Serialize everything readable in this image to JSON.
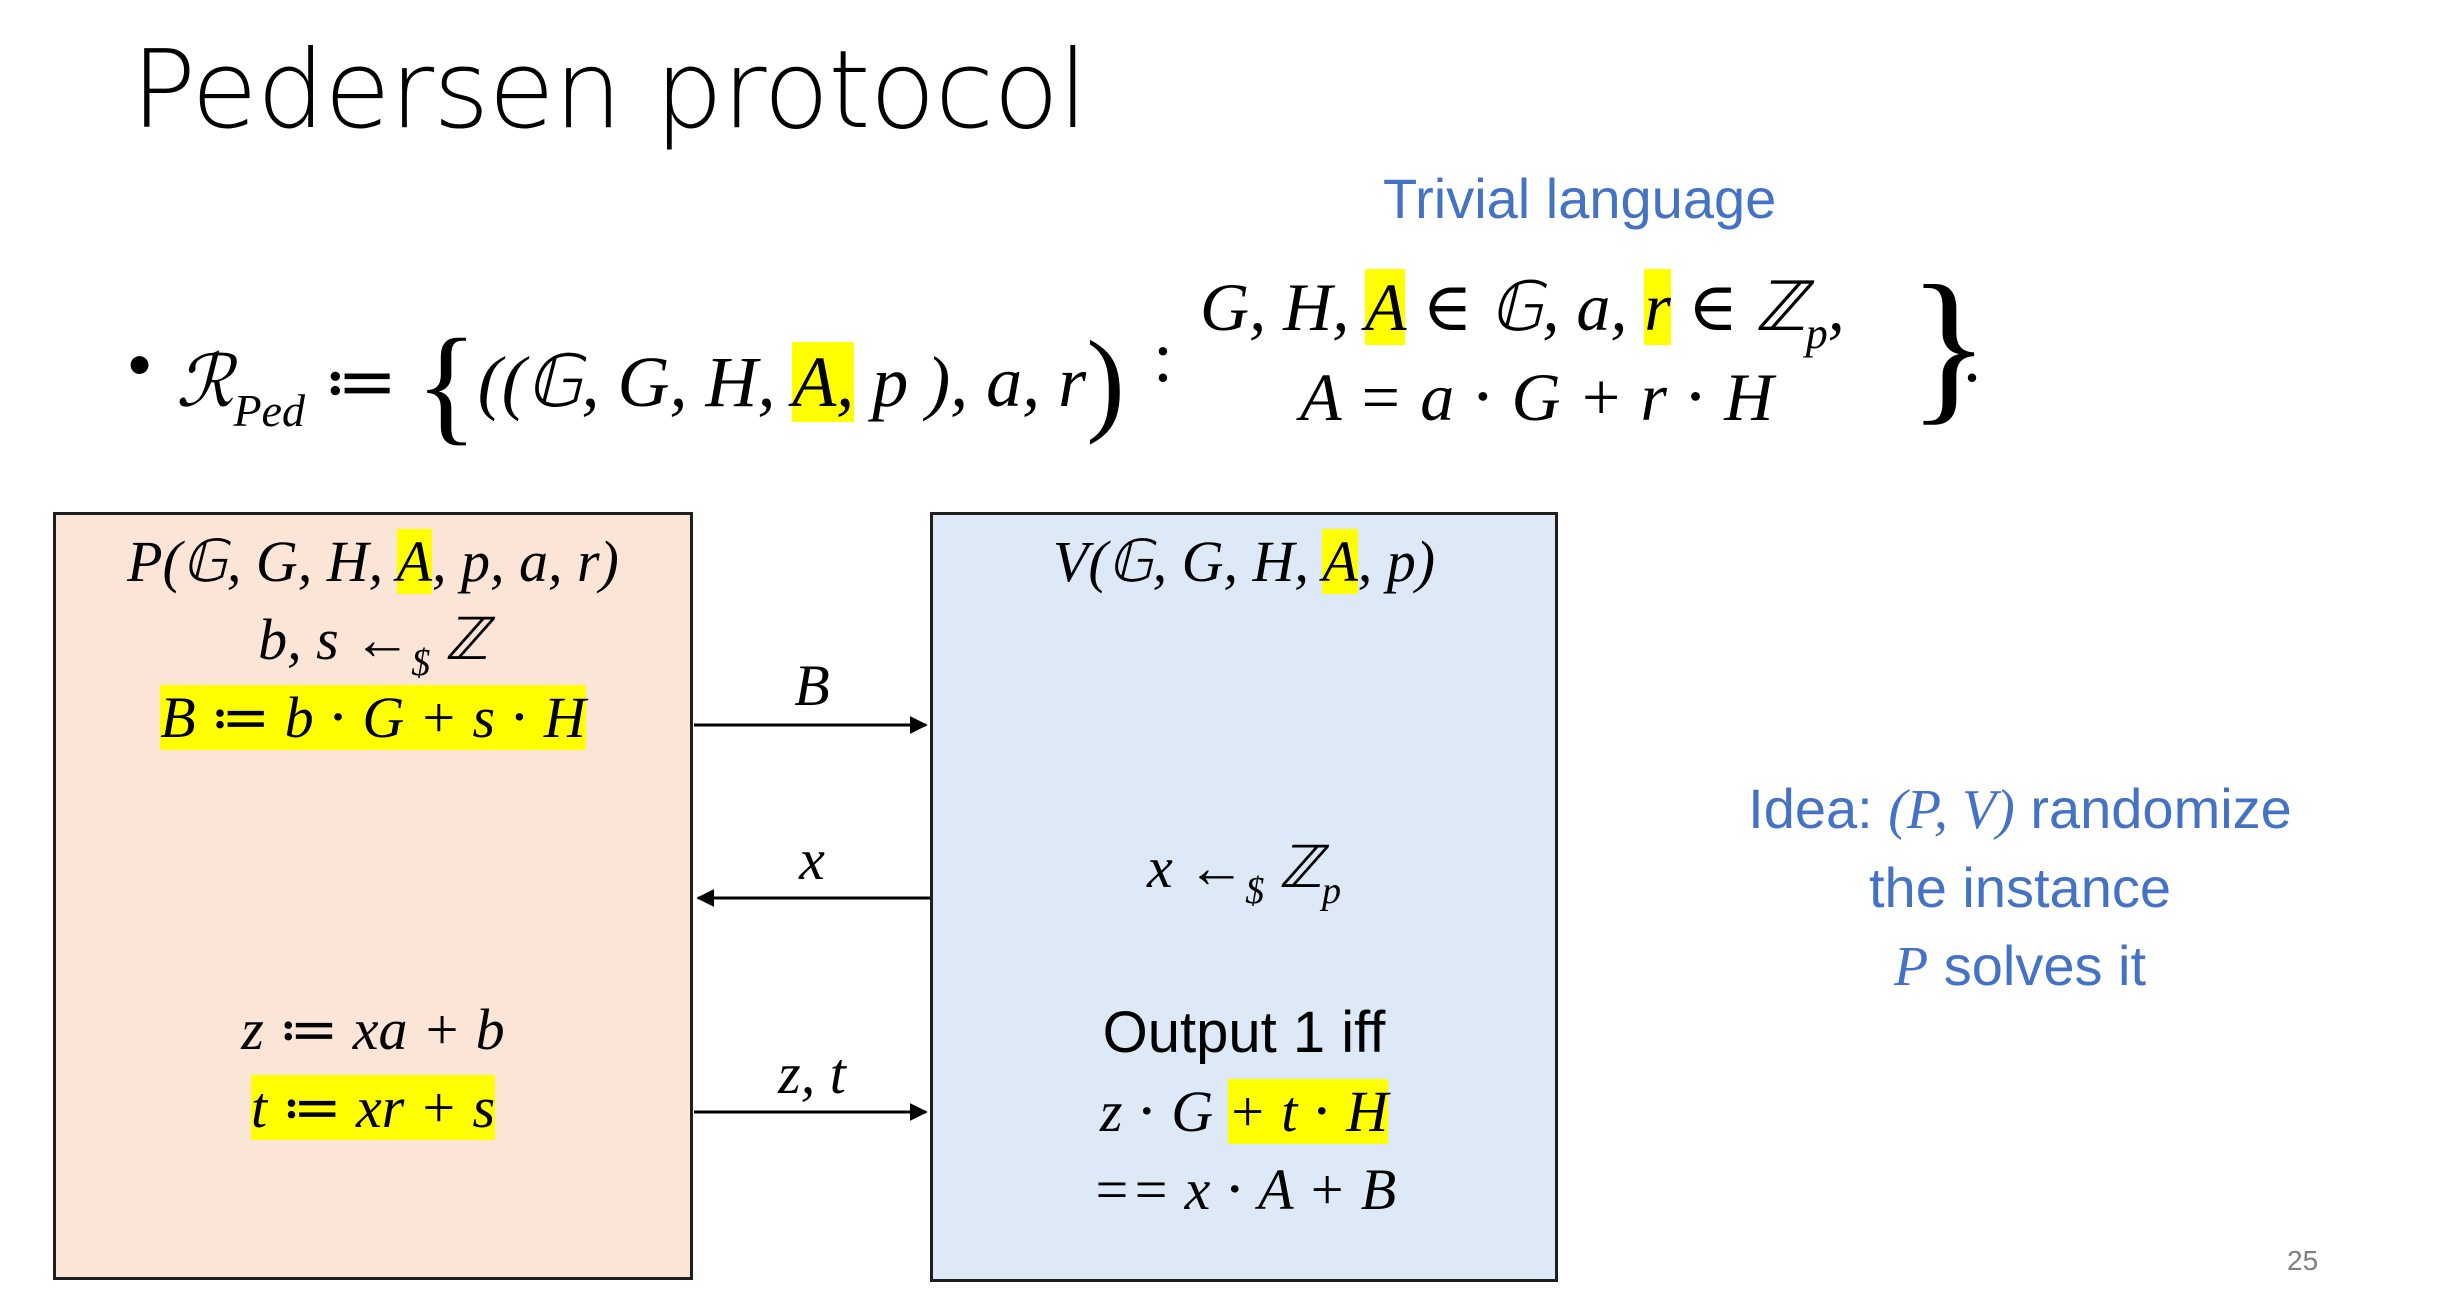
{
  "title": "Pedersen protocol",
  "trivial_label": "Trivial language",
  "relation": {
    "bullet": "•",
    "name_letter": "ℛ",
    "name_sub": "Ped",
    "assign": "≔",
    "open_tuple": "((𝔾, G, H, ",
    "highlight_A": "A,",
    "close_tuple": " p ), a, r",
    "colon": ":",
    "cond1_prefix": "G, H, ",
    "cond1_A": "A",
    "cond1_mid": " ∈ 𝔾,  a, ",
    "cond1_r": "r",
    "cond1_suffix": " ∈ ℤ",
    "cond1_sub": "p",
    "cond1_end": ",",
    "cond2": "A = a ⋅ G + r ⋅ H",
    "end": "."
  },
  "prover": {
    "line1_prefix": "P(𝔾, G, H, ",
    "line1_A": "A",
    "line1_suffix": ", p, a, r)",
    "line2": "b, s ←",
    "line2_sub": "$",
    "line2_end": " ℤ",
    "line3": "B ≔ b ⋅ G + s ⋅ H",
    "line4": "z ≔ xa + b",
    "line5": "t ≔ xr + s"
  },
  "verifier": {
    "line1_prefix": "V(𝔾, G, H, ",
    "line1_A": "A",
    "line1_suffix": ", p)",
    "challenge": "x ←",
    "challenge_sub": "$",
    "challenge_set": " ℤ",
    "challenge_set_sub": "p",
    "output_label": "Output 1 iff",
    "check1_prefix": "z ⋅ G ",
    "check1_hl": "+ t ⋅ H",
    "check2": "== x ⋅ A + B"
  },
  "messages": {
    "m1": "B",
    "m2": "x",
    "m3": "z, t"
  },
  "idea": {
    "line1_prefix": "Idea: ",
    "line1_math": "(P, V)",
    "line1_suffix": " randomize",
    "line2": "the instance",
    "line3_math": "P",
    "line3_suffix": " solves it"
  },
  "page_number": "25",
  "colors": {
    "prover_fill": "#fbe5d6",
    "verifier_fill": "#dde9f6",
    "highlight": "#ffff00",
    "accent_blue": "#4472c4"
  }
}
